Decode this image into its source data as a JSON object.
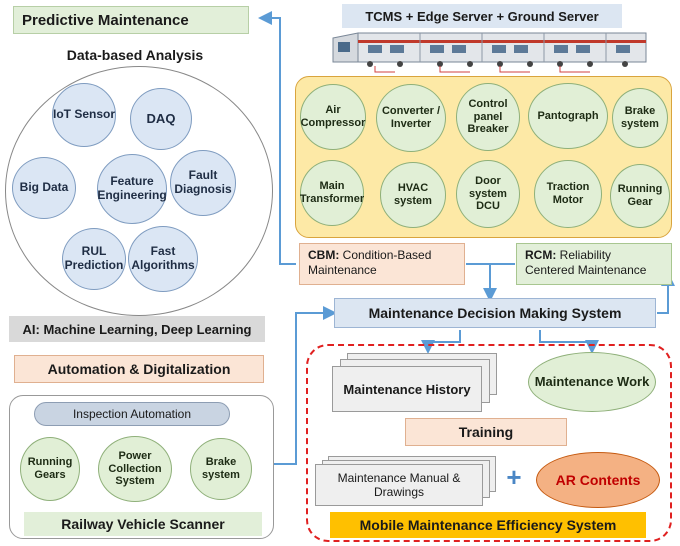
{
  "predictive_maintenance": "Predictive Maintenance",
  "server_title": "TCMS + Edge Server + Ground Server",
  "data_analysis": {
    "title": "Data-based Analysis",
    "items": [
      "IoT Sensor",
      "DAQ",
      "Big Data",
      "Feature Engineering",
      "Fault Diagnosis",
      "RUL Prediction",
      "Fast Algorithms"
    ]
  },
  "components": [
    "Air Compressor",
    "Converter / Inverter",
    "Control panel Breaker",
    "Pantograph",
    "Brake system",
    "Main Transformer",
    "HVAC system",
    "Door system DCU",
    "Traction Motor",
    "Running Gear"
  ],
  "cbm": {
    "abbr": "CBM:",
    "text": "Condition-Based Maintenance"
  },
  "rcm": {
    "abbr": "RCM:",
    "text": "Reliability Centered Maintenance"
  },
  "ai_bar": "AI: Machine Learning, Deep Learning",
  "automation": "Automation & Digitalization",
  "inspection_automation": "Inspection Automation",
  "scanner_items": [
    "Running Gears",
    "Power Collection System",
    "Brake system"
  ],
  "scanner_title": "Railway Vehicle Scanner",
  "decision_system": "Maintenance Decision Making System",
  "maintenance_history": "Maintenance History",
  "maintenance_work": "Maintenance Work",
  "training": "Training",
  "manual": "Maintenance Manual & Drawings",
  "plus": "+",
  "ar_contents": "AR Contents",
  "mobile_system": "Mobile Maintenance Efficiency System",
  "colors": {
    "green_box": "#e2efd9",
    "blue_box": "#dce6f2",
    "orange_box": "#fbe5d6",
    "yellow_panel": "#fde9a6",
    "arrow_blue": "#5b9bd5",
    "ar_red": "#f4b183",
    "mobile_yellow": "#ffc000",
    "dashed_red": "#e02020"
  }
}
